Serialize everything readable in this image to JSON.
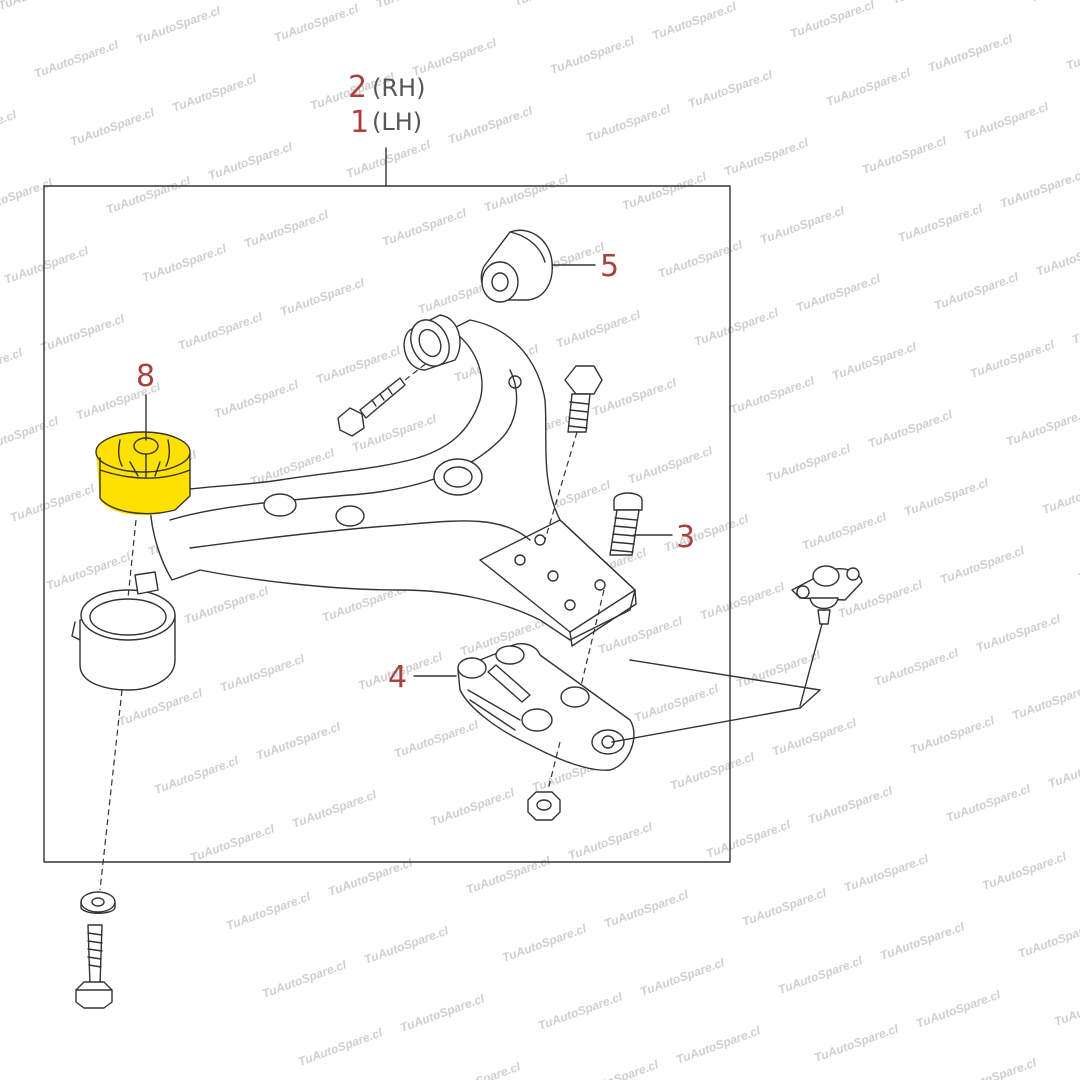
{
  "watermark": {
    "text": "TuAutoSpare.cl"
  },
  "callouts": {
    "rh_number": "2",
    "rh_side": "(RH)",
    "lh_number": "1",
    "lh_side": "(LH)",
    "part_3": "3",
    "part_4": "4",
    "part_5": "5",
    "part_8": "8"
  },
  "colors": {
    "callout": "#a8423c",
    "highlight": "#ffe100",
    "linework": "#333333",
    "watermark": "#cfcfcf"
  }
}
